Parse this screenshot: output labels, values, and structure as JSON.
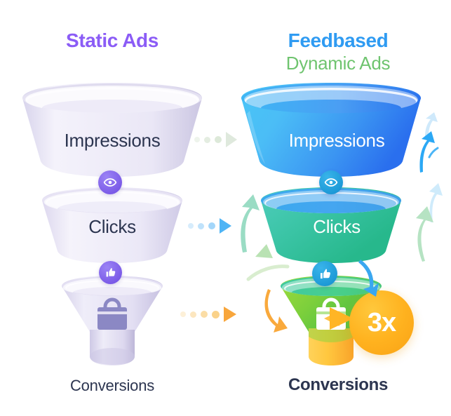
{
  "background": "#ffffff",
  "headings": {
    "left": {
      "text": "Static Ads",
      "color": "#8b5cf6"
    },
    "right": {
      "line1": "Feedbased",
      "line1_color": "#2f9bf2",
      "line2": "Dynamic Ads",
      "line2_color": "#6fc46f"
    }
  },
  "captions": {
    "left": "Conversions",
    "right": "Conversions",
    "color": "#2c3550"
  },
  "funnels": {
    "left": {
      "name": "Static Ads funnel",
      "style": "muted lavender / greyed out",
      "stages": [
        {
          "label": "Impressions",
          "fill_top": "#eceaf5",
          "fill_bottom": "#d9d6ec",
          "text_color": "#2c3550"
        },
        {
          "label": "Clicks",
          "fill_top": "#eceaf5",
          "fill_bottom": "#dedaf0",
          "text_color": "#2c3550"
        },
        {
          "label": "",
          "fill_top": "#e5e2f3",
          "fill_bottom": "#cdc8e6",
          "text_color": "#2c3550"
        }
      ],
      "badges": [
        {
          "icon": "eye-icon",
          "color": "#7c5ce8"
        },
        {
          "icon": "thumbs-up-icon",
          "color": "#7c5ce8"
        }
      ],
      "cart_icon": {
        "icon": "shopping-bag-icon",
        "color": "#8b88c4"
      }
    },
    "right": {
      "name": "Feedbased Dynamic Ads funnel",
      "style": "vivid blue to green gradient",
      "stages": [
        {
          "label": "Impressions",
          "fill_top": "#4fc3f7",
          "fill_bottom": "#2f7ff0",
          "text_color": "#ffffff"
        },
        {
          "label": "Clicks",
          "fill_top": "#3fc5d6",
          "fill_bottom": "#2bbf94",
          "text_color": "#ffffff"
        },
        {
          "label": "",
          "fill_top": "#8fd63a",
          "fill_bottom": "#57c63f",
          "text_color": "#ffffff"
        }
      ],
      "badges": [
        {
          "icon": "eye-icon",
          "color": "#1e9bd8"
        },
        {
          "icon": "thumbs-up-icon",
          "color": "#1e9bd8"
        }
      ],
      "cart_icon": {
        "icon": "shopping-bag-icon",
        "color": "#ffffff"
      },
      "spout_color": "#ffc53d",
      "multiplier_badge": {
        "text": "3x",
        "color": "#ffb21f",
        "text_color": "#ffffff"
      }
    }
  },
  "connectors": [
    {
      "name": "impressions-connector",
      "dots": 3,
      "color": "#dfeadc",
      "arrow_color": "#dfe9dd"
    },
    {
      "name": "clicks-connector",
      "dots": 3,
      "color": "#a8d9f7",
      "arrow_color": "#4eb4f5"
    },
    {
      "name": "conversions-connector",
      "dots": 4,
      "color": "#fbdda5",
      "arrow_color": "#f8a63c"
    }
  ],
  "decorations": {
    "up_arrows_right": {
      "color": "#2ba8f5",
      "description": "curved blue arrows rising beside Impressions funnel"
    },
    "up_arrows_left": {
      "color": "#8ddcc0",
      "description": "curved green arrows rising beside Clicks funnel"
    },
    "down_arrow_blue": {
      "color": "#3aa7f0",
      "description": "curved blue arrow pointing down into Conversions funnel"
    },
    "down_arrow_orange": {
      "color": "#f9a93c",
      "description": "curved orange arrow pointing down-right into Conversions funnel"
    }
  }
}
